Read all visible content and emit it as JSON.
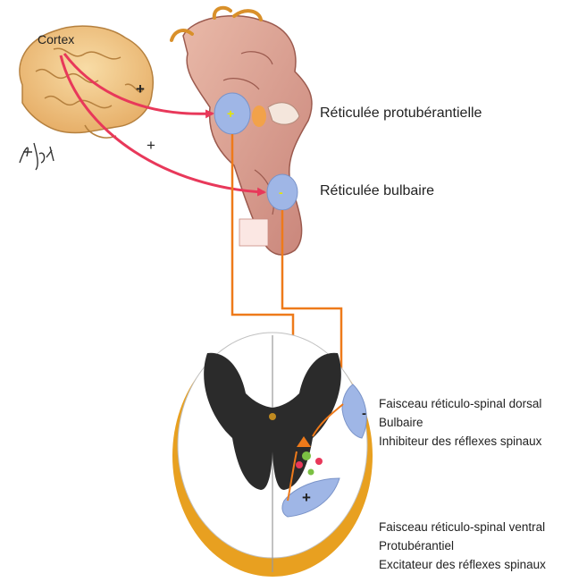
{
  "labels": {
    "cortex": "Cortex",
    "pontine": "Réticulée protubérantielle",
    "medullary": "Réticulée bulbaire",
    "dorsal_tract": [
      "Faisceau réticulo-spinal dorsal",
      "Bulbaire",
      "Inhibiteur des réflexes spinaux"
    ],
    "ventral_tract": [
      "Faisceau réticulo-spinal ventral",
      "Protubérantiel",
      "Excitateur des réflexes spinaux"
    ]
  },
  "signs": {
    "plus": "+",
    "minus": "-"
  },
  "signature": "F. Netter",
  "colors": {
    "projection_arrow": "#e8385a",
    "tract_line": "#ee7a1a",
    "nucleus_fill": "#9fb6e6",
    "nucleus_sign": "#e6e600",
    "white_matter_rim": "#e8a020",
    "grey_matter": "#2b2b2b",
    "brain": "#f2c785"
  },
  "icons": [
    "brain-illustration",
    "brainstem-illustration",
    "spinal-cord-cross-section"
  ]
}
